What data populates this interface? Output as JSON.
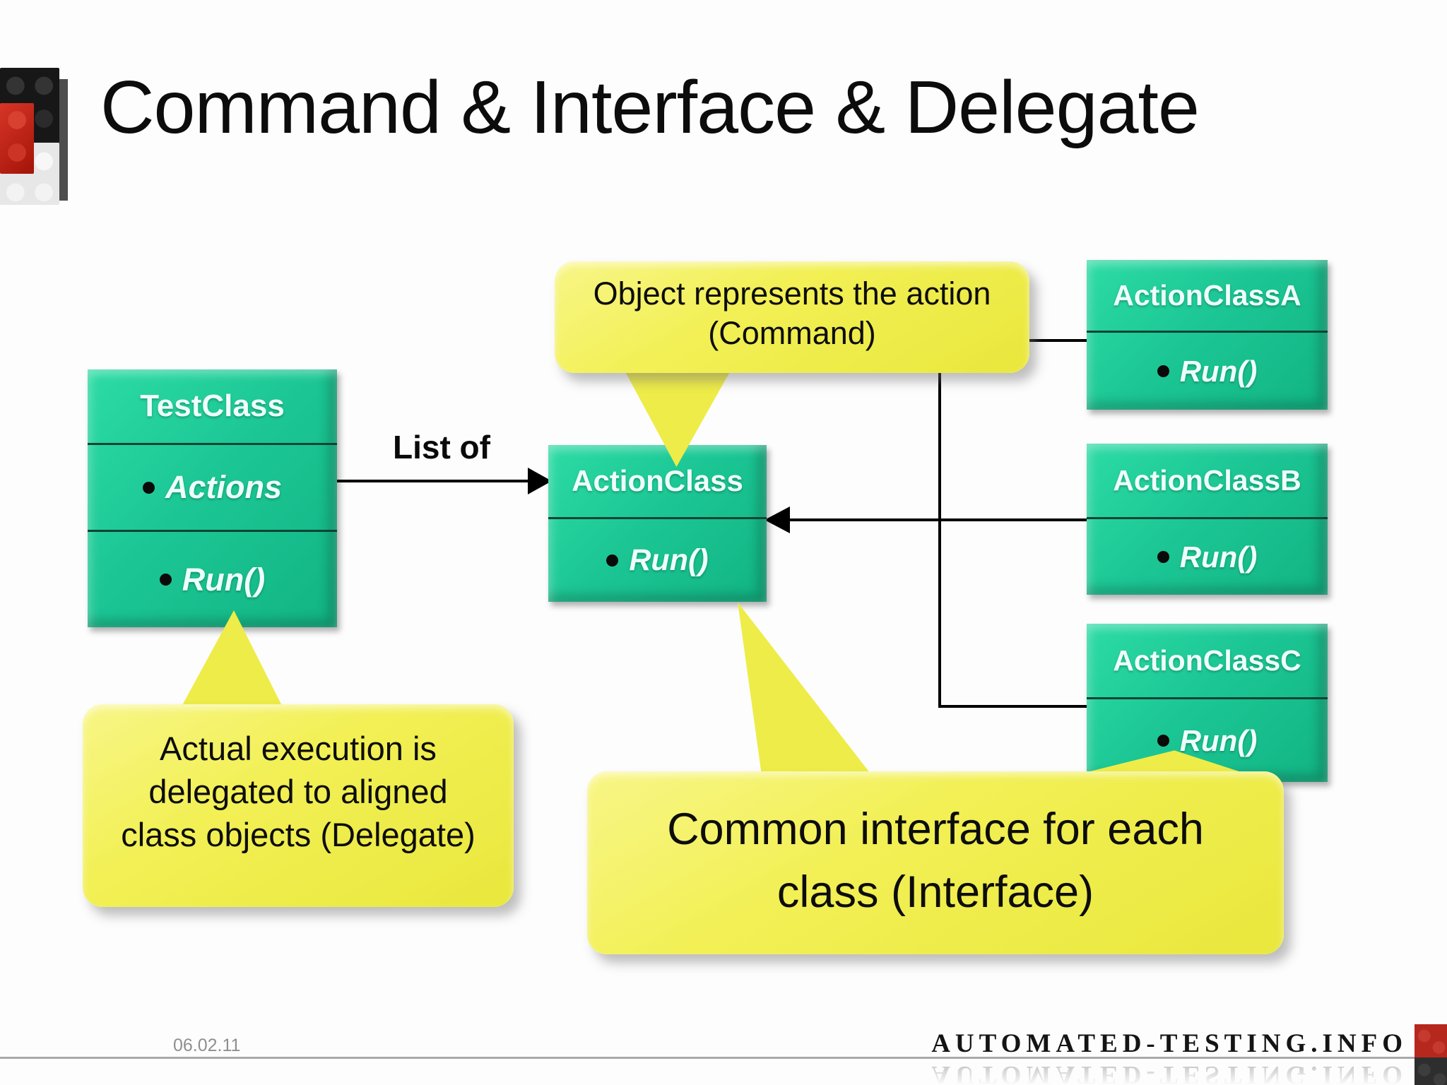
{
  "slide": {
    "title": "Command & Interface & Delegate",
    "footer": {
      "date": "06.02.11",
      "site": "AUTOMATED-TESTING.INFO"
    }
  },
  "diagram": {
    "arrow_label": "List of",
    "classes": [
      {
        "name": "TestClass",
        "members": [
          "Actions",
          "Run()"
        ]
      },
      {
        "name": "ActionClass",
        "members": [
          "Run()"
        ]
      },
      {
        "name": "ActionClassA",
        "members": [
          "Run()"
        ]
      },
      {
        "name": "ActionClassB",
        "members": [
          "Run()"
        ]
      },
      {
        "name": "ActionClassC",
        "members": [
          "Run()"
        ]
      }
    ],
    "callouts": [
      {
        "lines": [
          "Object represents the action",
          "(Command)"
        ]
      },
      {
        "lines": [
          "Actual execution is",
          "delegated to aligned",
          "class objects (Delegate)"
        ]
      },
      {
        "lines": [
          "Common interface for each",
          "class (Interface)"
        ]
      }
    ]
  },
  "colors": {
    "class_fill": "#1cc795",
    "callout_fill": "#f0ee4a",
    "brand_red": "#b6271d",
    "connector": "#000000"
  }
}
